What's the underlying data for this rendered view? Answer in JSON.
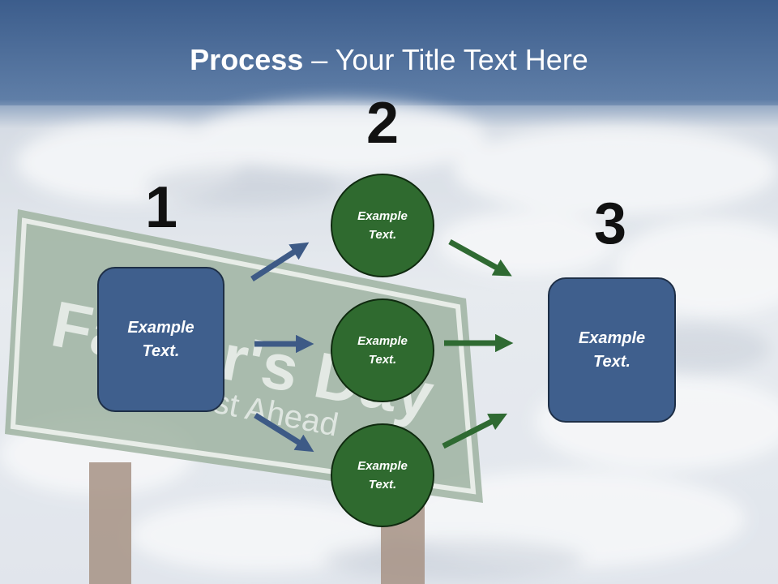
{
  "slide": {
    "title_bold": "Process",
    "title_rest": " – Your Title Text Here"
  },
  "steps": {
    "n1": "1",
    "n2": "2",
    "n3": "3"
  },
  "left_box": {
    "text": "Example Text."
  },
  "right_box": {
    "text": "Example Text."
  },
  "circles": [
    {
      "text": "Example Text."
    },
    {
      "text": "Example Text."
    },
    {
      "text": "Example Text."
    }
  ],
  "background_sign": {
    "line1": "Father's Day",
    "line2": "Just Ahead"
  },
  "colors": {
    "title_band": "#3d5f8f",
    "box_fill": "#3f5f8d",
    "circle_fill": "#2f6a2f",
    "blue_arrow": "#3d5a86",
    "green_arrow": "#2f6a32",
    "sign_green": "#6e8a72"
  }
}
